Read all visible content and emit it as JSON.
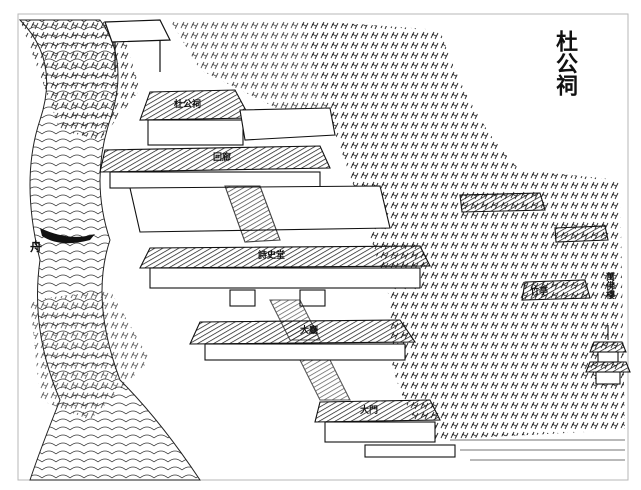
{
  "artwork": {
    "type": "woodblock print illustration",
    "title": "杜公祠",
    "ink_color": "#111111",
    "paper_color": "#ffffff"
  },
  "labels": {
    "top_hall": "杜公祠",
    "second_hall": "回廊",
    "central_hall": "詩史堂",
    "lower_hall": "大廳",
    "gate": "大門",
    "east_pavilion": "竹亭",
    "tower": "萬佛樓",
    "river_mark": "舟"
  }
}
